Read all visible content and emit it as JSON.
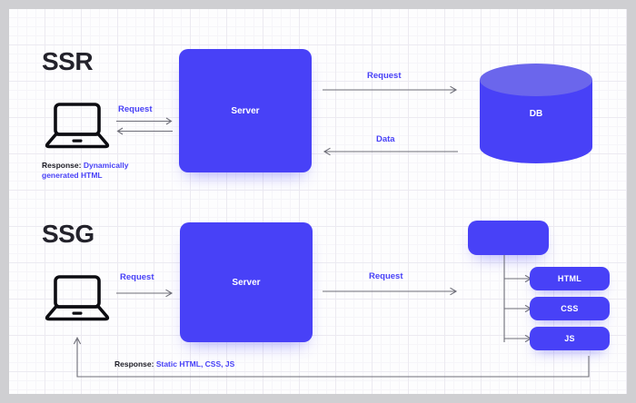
{
  "diagram": {
    "title_ssr": "SSR",
    "title_ssg": "SSG",
    "colors": {
      "accent": "#4841f7",
      "db_top": "#6b66ec",
      "text_dark": "#1b1b24",
      "arrow": "#6e6e78",
      "canvas": "#fdfdfe",
      "frame": "#cfcfd2"
    }
  },
  "ssr": {
    "heading": "SSR",
    "client_icon": "laptop-icon",
    "client_request_label": "Request",
    "response_prefix": "Response: ",
    "response_value": "Dynamically generated HTML",
    "server_label": "Server",
    "db_request_label": "Request",
    "db_data_label": "Data",
    "db_label": "DB",
    "db_icon": "database-cylinder-icon"
  },
  "ssg": {
    "heading": "SSG",
    "client_icon": "laptop-icon",
    "client_request_label": "Request",
    "server_label": "Server",
    "build_request_label": "Request",
    "build_box_label": "",
    "assets": [
      {
        "label": "HTML"
      },
      {
        "label": "CSS"
      },
      {
        "label": "JS"
      }
    ],
    "response_prefix": "Response: ",
    "response_value": "Static HTML, CSS, JS"
  }
}
